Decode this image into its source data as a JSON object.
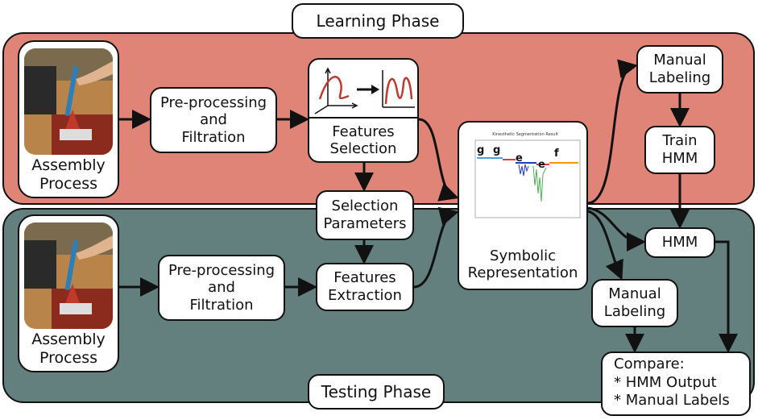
{
  "colors": {
    "learning_bg": "#e08477",
    "testing_bg": "#637f7e",
    "line": "#111111"
  },
  "phases": {
    "learning": "Learning Phase",
    "testing": "Testing Phase"
  },
  "learning": {
    "photo_caption": "Assembly\nProcess",
    "preprocessing": "Pre-processing\nand\nFiltration",
    "features_selection": "Features\nSelection",
    "manual_labeling": "Manual\nLabeling",
    "train_hmm": "Train\nHMM"
  },
  "shared": {
    "selection_parameters": "Selection\nParameters",
    "symbolic_representation": "Symbolic\nRepresentation",
    "plot_title": "Kinesthetic Segmentation Result",
    "plot_symbols": [
      "g",
      "g",
      "e",
      "e",
      "f"
    ]
  },
  "testing": {
    "photo_caption": "Assembly\nProcess",
    "preprocessing": "Pre-processing\nand\nFiltration",
    "features_extraction": "Features\nExtraction",
    "hmm": "HMM",
    "manual_labeling": "Manual\nLabeling",
    "compare_title": "Compare:",
    "compare_items": [
      "* HMM Output",
      "* Manual Labels"
    ]
  },
  "icons": [
    "assembly-photo-learning",
    "assembly-photo-testing",
    "feature-curves-icon",
    "arrow-icon"
  ]
}
